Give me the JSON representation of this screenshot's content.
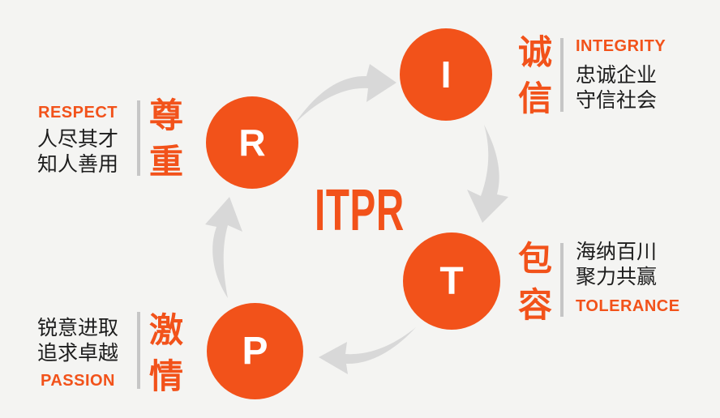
{
  "title": "ITPR corporate values cycle diagram",
  "center": {
    "label": "ITPR"
  },
  "colors": {
    "accent": "#f2521a",
    "background": "#f4f4f2",
    "arrow": "#d8d8d8",
    "divider": "#c6c6c6",
    "text": "#1d1d1d",
    "circle_letter": "#ffffff"
  },
  "nodes": {
    "integrity": {
      "letter": "I",
      "cn": "诚信",
      "en": "INTEGRITY",
      "line1": "忠诚企业",
      "line2": "守信社会"
    },
    "tolerance": {
      "letter": "T",
      "cn": "包容",
      "en": "TOLERANCE",
      "line1": "海纳百川",
      "line2": "聚力共赢"
    },
    "passion": {
      "letter": "P",
      "cn": "激情",
      "en": "PASSION",
      "line1": "锐意进取",
      "line2": "追求卓越"
    },
    "respect": {
      "letter": "R",
      "cn": "尊重",
      "en": "RESPECT",
      "line1": "人尽其才",
      "line2": "知人善用"
    }
  },
  "icons": {
    "r_to_i": "curved-arrow-up-right",
    "i_to_t": "curved-arrow-down",
    "t_to_p": "curved-arrow-left",
    "p_to_r": "curved-arrow-up"
  }
}
